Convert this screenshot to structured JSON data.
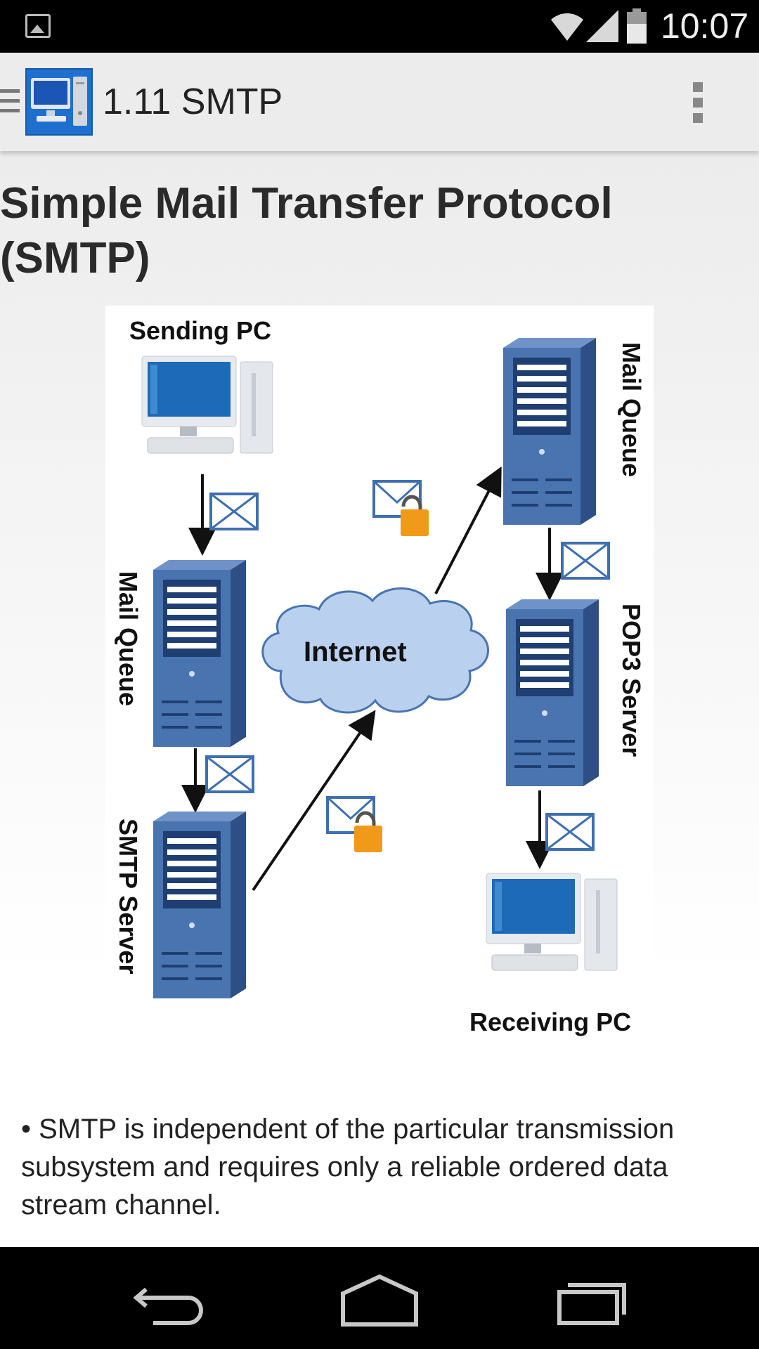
{
  "status_bar": {
    "time": "10:07"
  },
  "app_bar": {
    "title": "1.11 SMTP"
  },
  "content": {
    "heading": "Simple Mail Transfer Protocol (SMTP)",
    "diagram": {
      "labels": {
        "sending_pc": "Sending PC",
        "mail_queue_left": "Mail Queue",
        "smtp_server": "SMTP Server",
        "internet": "Internet",
        "mail_queue_right": "Mail Queue",
        "pop3_server": "POP3 Server",
        "receiving_pc": "Receiving PC"
      },
      "colors": {
        "server": "#4a74b0",
        "server_dark": "#2e4f86",
        "cloud": "#b9d1ee",
        "lock": "#f09a1a",
        "envelope": "#3f6fb1"
      }
    },
    "bullet_text": "• SMTP is independent of the particular transmission subsystem and requires only a reliable ordered data stream channel."
  },
  "nav_bar": {
    "back": "back-button",
    "home": "home-button",
    "recents": "recents-button"
  }
}
